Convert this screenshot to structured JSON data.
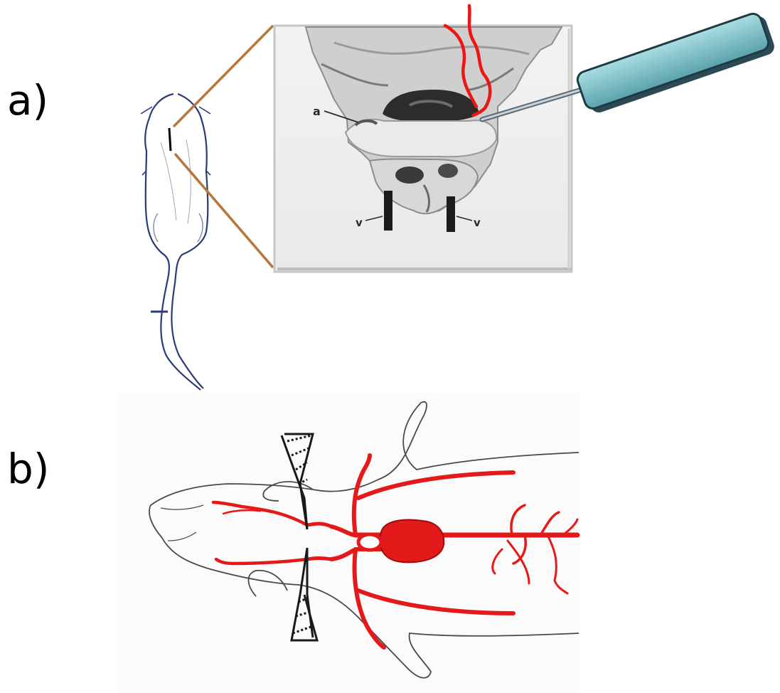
{
  "figure": {
    "panel_a": {
      "label": "a)",
      "inset_labels": {
        "a": "a",
        "v_left": "v",
        "v_right": "v"
      }
    },
    "panel_b": {
      "label": "b)"
    }
  },
  "colors": {
    "vessel_red": "#e01818",
    "probe_teal": "#7fc4cc",
    "connector_brown": "#b8763a",
    "outline_blue": "#2a3a7a"
  }
}
